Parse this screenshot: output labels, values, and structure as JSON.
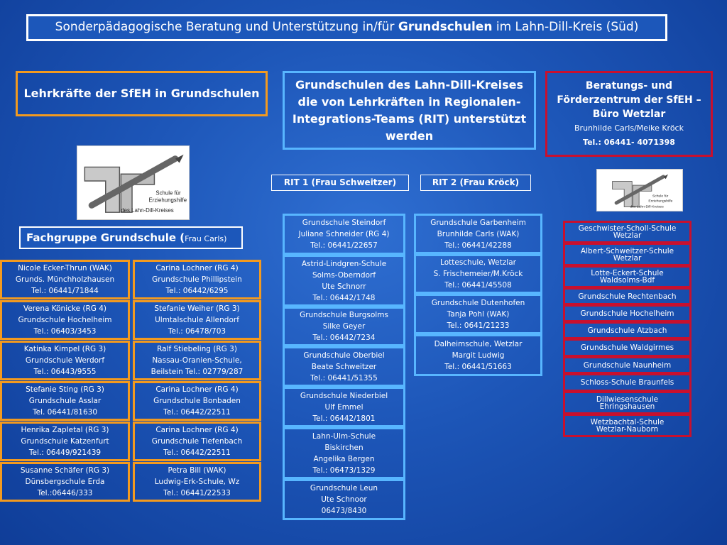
{
  "title": {
    "prefix": "Sonderpädagogische Beratung und Unterstützung in/für ",
    "bold": "Grundschulen",
    "suffix": " im Lahn-Dill-Kreis (Süd)"
  },
  "header_left": "Lehrkräfte der SfEH in Grundschulen",
  "header_center": "Grundschulen des Lahn-Dill-Kreises die von Lehrkräften in Regionalen-Integrations-Teams (RIT) unterstützt werden",
  "header_right": {
    "line1": "Beratungs- und Förderzentrum der SfEH – Büro  Wetzlar",
    "line2": "Brunhilde Carls/Meike Kröck",
    "line3": "Tel.: 06441- 4071398"
  },
  "logo": {
    "text_lines": [
      "Schule für",
      "Erziehungshilfe",
      "des Lahn-Dill-Kreises"
    ]
  },
  "fachgruppe": {
    "label": "Fachgruppe Grundschule (",
    "small": "Frau Carls)"
  },
  "rit1_label": "RIT 1 (Frau Schweitzer)",
  "rit2_label": "RIT 2 (Frau Kröck)",
  "teachers_col1": [
    [
      "Nicole Ecker-Thrun (WAK)",
      "Grunds. Münchholzhausen",
      "Tel.: 06441/71844"
    ],
    [
      "Verena Könicke (RG 4)",
      "Grundschule Hochelheim",
      "Tel.: 06403/3453"
    ],
    [
      "Katinka Kimpel (RG 3)",
      "Grundschule Werdorf",
      "Tel.: 06443/9555"
    ],
    [
      "Stefanie Sting (RG 3)",
      "Grundschule Asslar",
      "Tel. 06441/81630"
    ],
    [
      "Henrika Zapletal (RG 3)",
      "Grundschule Katzenfurt",
      "Tel.: 06449/921439"
    ],
    [
      "Susanne Schäfer (RG 3)",
      "Dünsbergschule Erda",
      "Tel.:06446/333"
    ]
  ],
  "teachers_col2": [
    [
      "Carina Lochner (RG 4)",
      "Grundschule Phillipstein",
      "Tel.: 06442/6295"
    ],
    [
      "Stefanie Weiher (RG 3)",
      "Ulmtalschule Allendorf",
      "Tel.: 06478/703"
    ],
    [
      "Ralf Stiebeling (RG 3)",
      "Nassau-Oranien-Schule,",
      "Beilstein Tel.: 02779/287"
    ],
    [
      "Carina Lochner (RG 4)",
      "Grundschule Bonbaden",
      "Tel.: 06442/22511"
    ],
    [
      "Carina Lochner (RG 4)",
      "Grundschule Tiefenbach",
      "Tel.: 06442/22511"
    ],
    [
      "Petra Bill (WAK)",
      "Ludwig-Erk-Schule, Wz",
      "Tel.: 06441/22533"
    ]
  ],
  "rit1_schools": [
    [
      "Grundschule Steindorf",
      "Juliane Schneider (RG 4)",
      "Tel.: 06441/22657"
    ],
    [
      "Astrid-Lindgren-Schule",
      "Solms-Oberndorf",
      "Ute Schnorr",
      "Tel.: 06442/1748"
    ],
    [
      "Grundschule Burgsolms",
      "Silke Geyer",
      "Tel.: 06442/7234"
    ],
    [
      "Grundschule Oberbiel",
      "Beate Schweitzer",
      "Tel.: 06441/51355"
    ],
    [
      "Grundschule Niederbiel",
      "Ulf Emmel",
      "Tel.: 06442/1801"
    ],
    [
      "Lahn-Ulm-Schule",
      "Biskirchen",
      "Angelika Bergen",
      "Tel.: 06473/1329"
    ],
    [
      "Grundschule Leun",
      "Ute Schnoor",
      "06473/8430"
    ]
  ],
  "rit2_schools": [
    [
      "Grundschule Garbenheim",
      "Brunhilde Carls (WAK)",
      "Tel.: 06441/42288"
    ],
    [
      "Lotteschule, Wetzlar",
      "S. Frischemeier/M.Kröck",
      "Tel.: 06441/45508"
    ],
    [
      "Grundschule Dutenhofen",
      "Tanja Pohl (WAK)",
      "Tel.: 0641/21233"
    ],
    [
      "Dalheimschule, Wetzlar",
      "Margit Ludwig",
      "Tel.: 06441/51663"
    ]
  ],
  "bfz_schools": [
    [
      "Geschwister-Scholl-Schule",
      "Wetzlar"
    ],
    [
      "Albert-Schweitzer-Schule",
      "Wetzlar"
    ],
    [
      "Lotte-Eckert-Schule",
      "Waldsolms-Bdf"
    ],
    [
      "Grundschule Rechtenbach"
    ],
    [
      "Grundschule Hochelheim"
    ],
    [
      "Grundschule Atzbach"
    ],
    [
      "Grundschule Waldgirmes"
    ],
    [
      "Grundschule Naunheim"
    ],
    [
      "Schloss-Schule Braunfels"
    ],
    [
      "Dillwiesenschule",
      "Ehringshausen"
    ],
    [
      "Wetzbachtal-Schule",
      "Wetzlar-Nauborn"
    ]
  ]
}
